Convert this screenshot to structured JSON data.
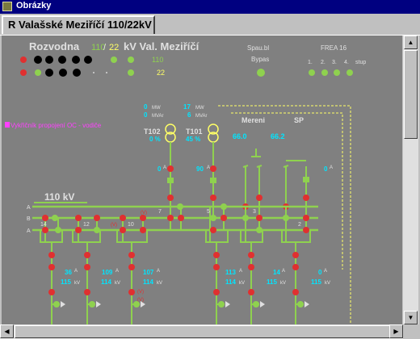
{
  "window": {
    "title": "Obrázky"
  },
  "tab": {
    "label": "R Valašské Meziříčí 110/22kV"
  },
  "header": {
    "rozvodna": "Rozvodna",
    "v110": "110",
    "slash": "/",
    "v22": "22",
    "kv_label": "kV Val. Meziříčí",
    "row1_label": "110",
    "row2_label": "22"
  },
  "spau": {
    "label": "Spau.bl",
    "bypas": "Bypas"
  },
  "frea": {
    "title": "FREA 16",
    "labels": [
      "1.",
      "2.",
      "3.",
      "4.",
      "stup"
    ]
  },
  "alarm": {
    "text": "Vykřičník propojení OC - vodiče"
  },
  "transformers": [
    {
      "name": "T102",
      "pct": "0 %",
      "mw_val": "0",
      "mw_unit": "MW",
      "mvar_val": "0",
      "mvar_unit": "MVAr",
      "amps": "0",
      "amps_unit": "A"
    },
    {
      "name": "T101",
      "pct": "45 %",
      "mw_val": "17",
      "mw_unit": "MW",
      "mvar_val": "6",
      "mvar_unit": "MVAr",
      "amps": "90",
      "amps_unit": "A"
    }
  ],
  "mereni": {
    "label": "Mereni",
    "value": "66.0"
  },
  "sp": {
    "label": "SP",
    "value": "66.2",
    "amps": "0",
    "amps_unit": "A"
  },
  "busbar": {
    "label": "110 kV",
    "bus_labels": [
      "A",
      "B",
      "A"
    ]
  },
  "field_numbers": [
    "14",
    "12",
    "10",
    "7",
    "5",
    "3",
    "2"
  ],
  "bay_markers": [
    "(V)",
    "(V)",
    "(V)",
    "(V)"
  ],
  "feeders": [
    {
      "amps": "36",
      "kv": "115"
    },
    {
      "amps": "109",
      "kv": "114"
    },
    {
      "amps": "107",
      "kv": "114"
    },
    {
      "amps": "113",
      "kv": "114"
    },
    {
      "amps": "14",
      "kv": "115"
    },
    {
      "amps": "0",
      "kv": "115"
    }
  ],
  "units": {
    "amps": "A",
    "kv": "kV"
  },
  "colors": {
    "background": "#808080",
    "green": "#8fd14f",
    "red": "#e03030",
    "cyan": "#00e5ff",
    "yellow": "#ffff66",
    "magenta": "#ff40ff",
    "black": "#000000"
  },
  "icons": [
    "window-app-icon",
    "scroll-up-icon",
    "scroll-down-icon",
    "scroll-left-icon",
    "scroll-right-icon"
  ]
}
